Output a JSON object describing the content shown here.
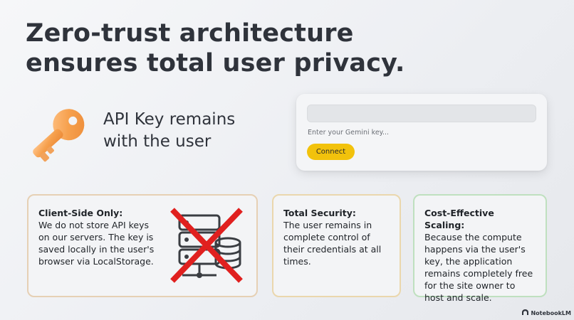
{
  "headline": "Zero-trust architecture ensures total user privacy.",
  "key_section": {
    "icon": "key-icon",
    "caption": "API Key remains with the user"
  },
  "login": {
    "input_value": "",
    "hint": "Enter your Gemini key...",
    "connect_label": "Connect"
  },
  "cards": [
    {
      "title": "Client-Side Only:",
      "body": "We do not store API keys on our servers. The key is saved locally in the user's browser via LocalStorage.",
      "icon": "crossed-out-server-icon"
    },
    {
      "title": "Total Security:",
      "body": "The user remains in complete control of their credentials at all times."
    },
    {
      "title": "Cost-Effective Scaling:",
      "body": "Because the compute happens via the user's key, the application remains completely free for the site owner to host and scale."
    }
  ],
  "watermark": "NotebookLM",
  "colors": {
    "key": "#f6a04d",
    "connect_button": "#f2c20c",
    "cross": "#e0201f",
    "card_1_border": "#e6d0b4",
    "card_2_border": "#ead7ad",
    "card_3_border": "#bfe0bf"
  }
}
